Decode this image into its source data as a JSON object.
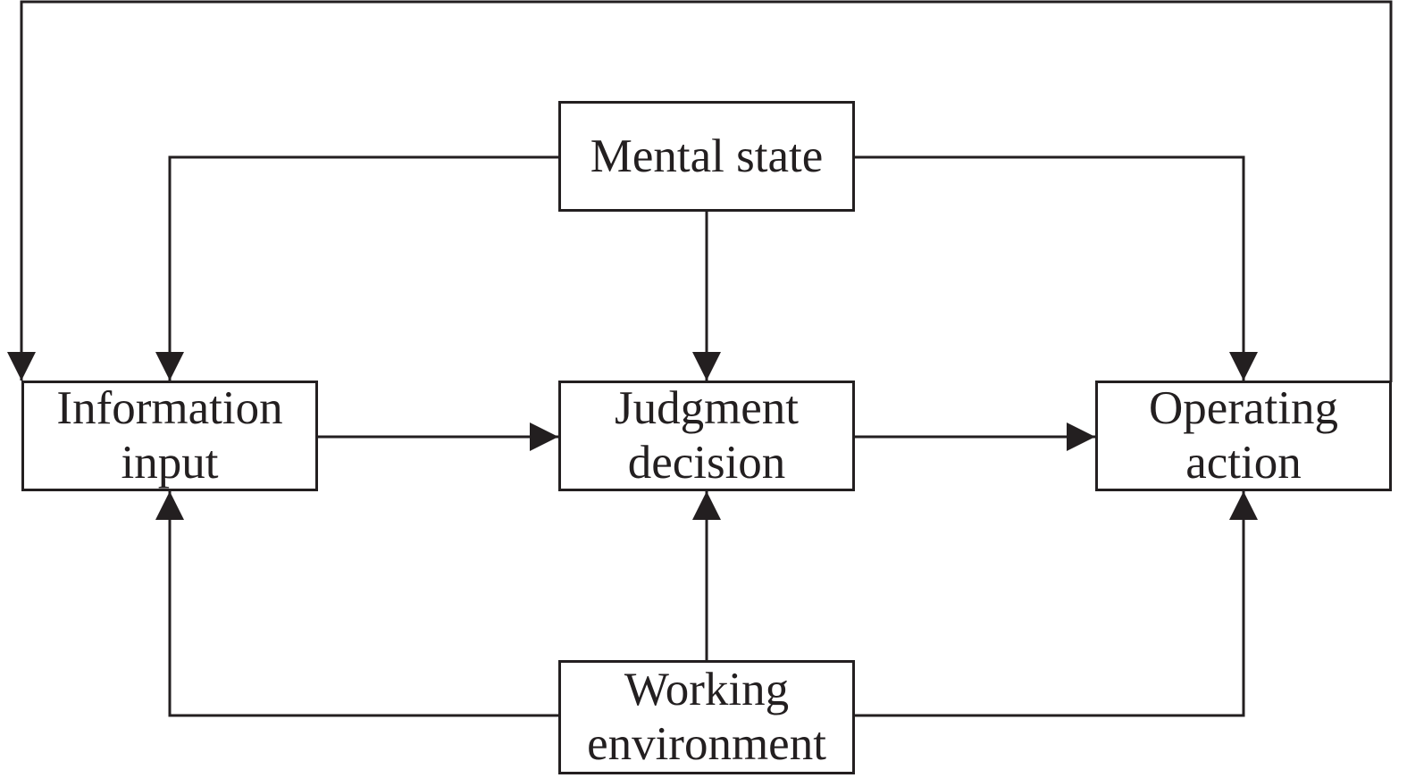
{
  "diagram": {
    "nodes": {
      "mental_state": {
        "line1": "Mental state"
      },
      "information_input": {
        "line1": "Information",
        "line2": "input"
      },
      "judgment_decision": {
        "line1": "Judgment",
        "line2": "decision"
      },
      "operating_action": {
        "line1": "Operating",
        "line2": "action"
      },
      "working_environment": {
        "line1": "Working",
        "line2": "environment"
      }
    },
    "edges": [
      {
        "from": "mental_state",
        "to": "information_input"
      },
      {
        "from": "mental_state",
        "to": "judgment_decision"
      },
      {
        "from": "mental_state",
        "to": "operating_action"
      },
      {
        "from": "information_input",
        "to": "judgment_decision"
      },
      {
        "from": "judgment_decision",
        "to": "operating_action"
      },
      {
        "from": "working_environment",
        "to": "information_input"
      },
      {
        "from": "working_environment",
        "to": "judgment_decision"
      },
      {
        "from": "working_environment",
        "to": "operating_action"
      },
      {
        "from": "operating_action",
        "to": "information_input"
      }
    ],
    "line_color": "#231f20"
  }
}
